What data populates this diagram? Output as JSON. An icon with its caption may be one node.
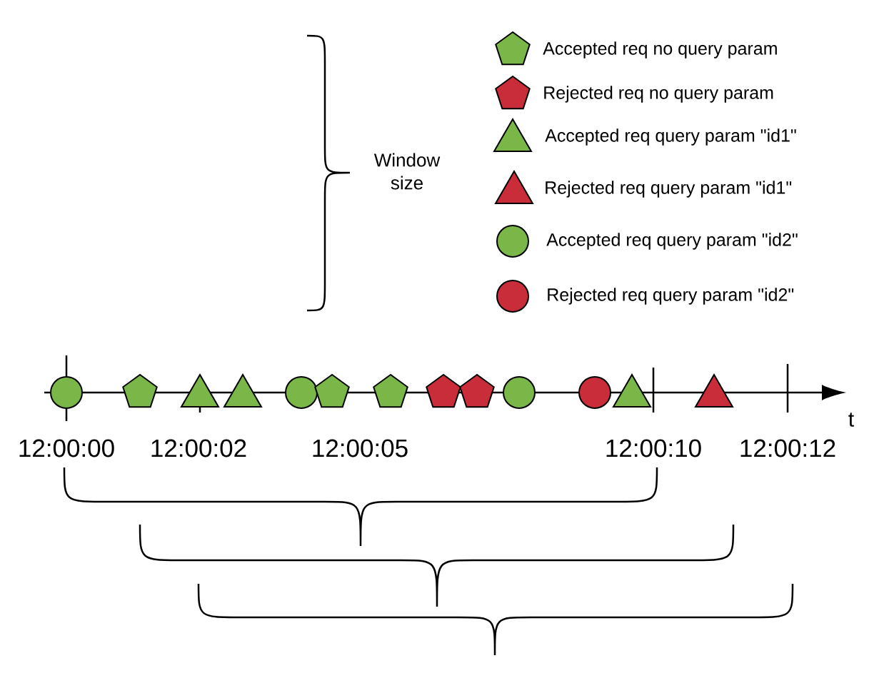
{
  "diagram": {
    "labels": [
      "Window size",
      "12:00:00",
      "12:00:02",
      "12:00:05",
      "12:00:10",
      "12:00:12",
      "t"
    ],
    "legend": [
      {
        "text": "Accepted req no query param"
      },
      {
        "text": "Rejected req no query param"
      },
      {
        "text": "Accepted req query param \"id1\""
      },
      {
        "text": "Rejected req query param \"id1\""
      },
      {
        "text": "Accepted req query param \"id2\""
      },
      {
        "text": "Rejected req query param \"id2\""
      }
    ]
  }
}
